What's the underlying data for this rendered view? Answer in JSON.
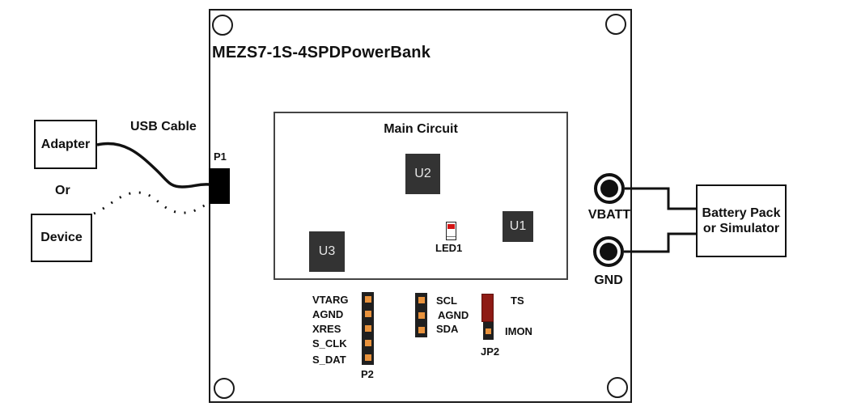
{
  "board": {
    "title": "MEZS7-1S-4SPDPowerBank"
  },
  "external": {
    "adapter_label": "Adapter",
    "or_label": "Or",
    "device_label": "Device",
    "usb_cable_label": "USB Cable",
    "battery_box_line1": "Battery Pack",
    "battery_box_line2": "or Simulator"
  },
  "connectors": {
    "p1_label": "P1",
    "vbatt_label": "VBATT",
    "gnd_label": "GND"
  },
  "main_circuit": {
    "title": "Main Circuit",
    "chips": {
      "u1": "U1",
      "u2": "U2",
      "u3": "U3"
    },
    "led_label": "LED1"
  },
  "headers": {
    "p2": {
      "label": "P2",
      "pins": [
        "VTARG",
        "AGND",
        "XRES",
        "S_CLK",
        "S_DAT"
      ]
    },
    "i2c": {
      "pins": [
        "SCL",
        "AGND",
        "SDA"
      ]
    },
    "jp2": {
      "label": "JP2",
      "ts_label": "TS",
      "imon_label": "IMON"
    }
  },
  "colors": {
    "pin_orange": "#E8923C",
    "jumper_red": "#8E1B15",
    "led_red": "#D41414",
    "chip_gray": "#333333"
  }
}
